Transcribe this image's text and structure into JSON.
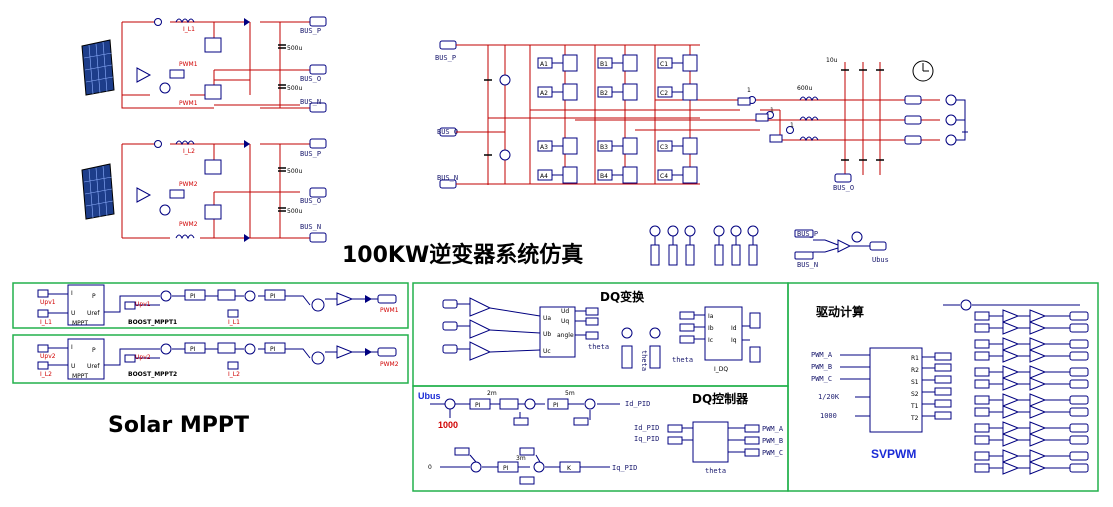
{
  "title": "100KW逆变器系统仿真",
  "solar_title": "Solar MPPT",
  "sections": {
    "dq_transform": "DQ变换",
    "drive_calc": "驱动计算",
    "dq_controller": "DQ控制器",
    "svpwm": "SVPWM"
  },
  "boost": {
    "mppt1": "BOOST_MPPT1",
    "mppt2": "BOOST_MPPT2",
    "upv1": "Upv1",
    "upv2": "Upv2",
    "il1": "I_L1",
    "il2": "I_L2",
    "pwm1": "PWM1",
    "pwm2": "PWM2",
    "mppt_block": "MPPT",
    "pi": "PI",
    "p_label": "P",
    "u_label": "U",
    "i_label": "I",
    "uref": "Uref"
  },
  "bus": {
    "p": "BUS_P",
    "o": "BUS_O",
    "n": "BUS_N",
    "ubus": "Ubus",
    "cap": "500u"
  },
  "inverter": {
    "switches": [
      "A1",
      "A2",
      "A3",
      "A4",
      "B1",
      "B2",
      "B3",
      "B4",
      "C1",
      "C2",
      "C3",
      "C4"
    ],
    "inductor": "600u",
    "cap": "10u",
    "gain": "1"
  },
  "dq": {
    "ud": "Ud",
    "uq": "Uq",
    "angle": "angle",
    "ua": "Ua",
    "ub": "Ub",
    "uc": "Uc",
    "theta": "theta",
    "id": "Id",
    "iq": "Iq",
    "ia": "Ia",
    "ib": "Ib",
    "ic": "Ic",
    "idq": "I_DQ",
    "idpid": "Id_PID",
    "iqpid": "Iq_PID",
    "pwm_a": "PWM_A",
    "pwm_b": "PWM_B",
    "pwm_c": "PWM_C",
    "ubus": "Ubus",
    "ref": "1000",
    "zero": "0",
    "k": "K",
    "tm2": "2m",
    "tm5": "5m",
    "tm3": "3m"
  },
  "svpwm": {
    "freq": "1/20K",
    "val": "1000",
    "outs": [
      "R1",
      "R2",
      "S1",
      "S2",
      "T1",
      "T2"
    ]
  }
}
